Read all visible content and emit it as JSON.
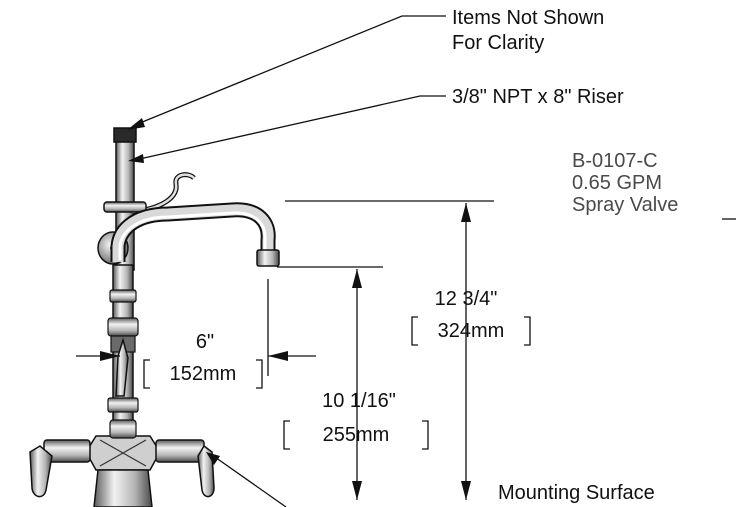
{
  "callouts": {
    "items_not_shown_line1": "Items Not Shown",
    "items_not_shown_line2": "For Clarity",
    "riser": "3/8\" NPT x 8\" Riser",
    "spray_valve_line1": "B-0107-C",
    "spray_valve_line2": "0.65 GPM",
    "spray_valve_line3": "Spray Valve",
    "mounting_surface": "Mounting Surface"
  },
  "dimensions": {
    "reach_in": "6\"",
    "reach_mm": "152mm",
    "spout_height_in": "10 1/16\"",
    "spout_height_mm": "255mm",
    "overall_height_in": "12 3/4\"",
    "overall_height_mm": "324mm"
  },
  "colors": {
    "line": "#111111",
    "metal_light": "#e6e6e6",
    "metal_mid": "#9a9a9a",
    "metal_dark": "#3a3a3a",
    "spray_label": "#4a4a4a"
  }
}
